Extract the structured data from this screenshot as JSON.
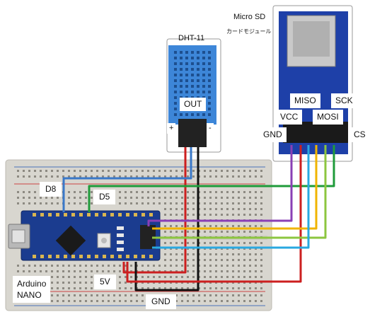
{
  "labels": {
    "dht_title": "DHT-11",
    "dht_out": "OUT",
    "dht_plus": "+",
    "dht_minus": "-",
    "sd_title": "Micro SD",
    "sd_subtitle": "カードモジュール",
    "miso": "MISO",
    "sck": "SCK",
    "vcc": "VCC",
    "mosi": "MOSI",
    "gnd_sd": "GND",
    "cs": "CS",
    "d8": "D8",
    "d5": "D5",
    "arduino": "Arduino",
    "nano": "NANO",
    "v5": "5V",
    "gnd_bottom": "GND"
  },
  "colors": {
    "breadboard": "#d8d6cf",
    "nano_board": "#1b3c8f",
    "sd_board": "#1e40a8",
    "dht_sensor": "#3d86d8",
    "wire_red": "#cc1f1f",
    "wire_black": "#111111",
    "wire_blue": "#3a78c8",
    "wire_green": "#1f9b3a",
    "wire_purple": "#8a3fb5",
    "wire_yellow": "#f0b400",
    "wire_lightgreen": "#8cc63f",
    "wire_cyan": "#29a8e0"
  },
  "icons": [
    "usb-connector-icon",
    "microchip-icon",
    "reset-button-icon",
    "sd-card-slot-icon"
  ]
}
